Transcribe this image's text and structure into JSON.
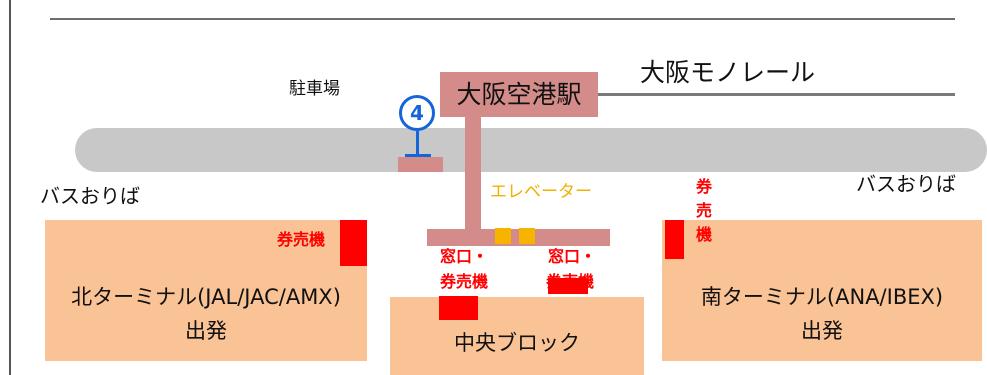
{
  "map": {
    "station_name": "大阪空港駅",
    "monorail_label": "大阪モノレール",
    "parking_label": "駐車場",
    "bus_stop_number": "4",
    "bus_drop_left": "バスおりば",
    "bus_drop_right": "バスおりば",
    "elevator_label": "エレベーター",
    "ticket_machine_label": "券売機",
    "ticket_machine_vertical": [
      "券",
      "売",
      "機"
    ],
    "window_label": "窓口・",
    "window_ticket_label": "券売機",
    "window_label_2": "窓口・",
    "window_ticket_label_2": "券売機",
    "north_terminal": {
      "name": "北ターミナル(JAL/JAC/AMX)",
      "sub": "出発"
    },
    "south_terminal": {
      "name": "南ターミナル(ANA/IBEX)",
      "sub": "出発"
    },
    "central_block": "中央ブロック"
  },
  "colors": {
    "terminal_fill": "#fac395",
    "station_fill": "#d38c89",
    "road_fill": "#c8c8c8",
    "ticket_red": "#ff0000",
    "elevator_gold": "#f6b400",
    "bus_stop_blue": "#1565d8"
  }
}
